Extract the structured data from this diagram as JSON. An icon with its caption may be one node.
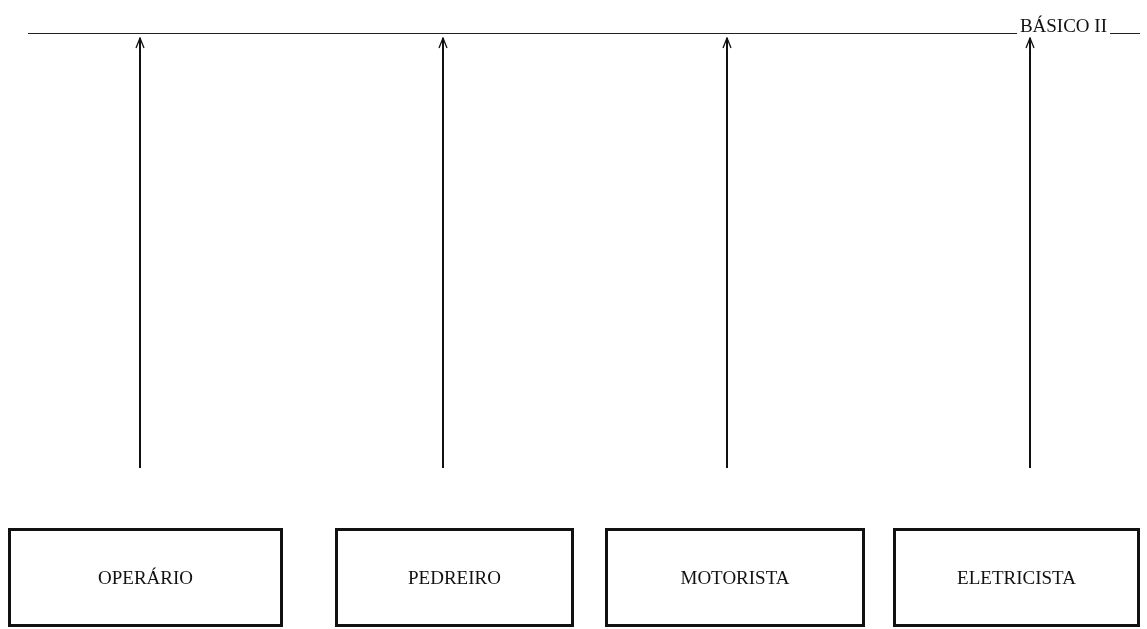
{
  "diagram": {
    "nodes": [
      {
        "text": [
          "BÁSICO II"
        ]
      },
      {
        "text": [
          "OPERÁRIO"
        ]
      },
      {
        "text": [
          "PEDREIRO"
        ]
      },
      {
        "text": [
          "MOTORISTA"
        ]
      },
      {
        "text": [
          "ELETRICISTA"
        ]
      }
    ],
    "edges": [
      {
        "from": 1,
        "to": 0,
        "arrow": "to"
      },
      {
        "from": 2,
        "to": 0,
        "arrow": "to"
      },
      {
        "from": 3,
        "to": 0,
        "arrow": "to"
      },
      {
        "from": 4,
        "to": 0,
        "arrow": "to"
      }
    ]
  }
}
